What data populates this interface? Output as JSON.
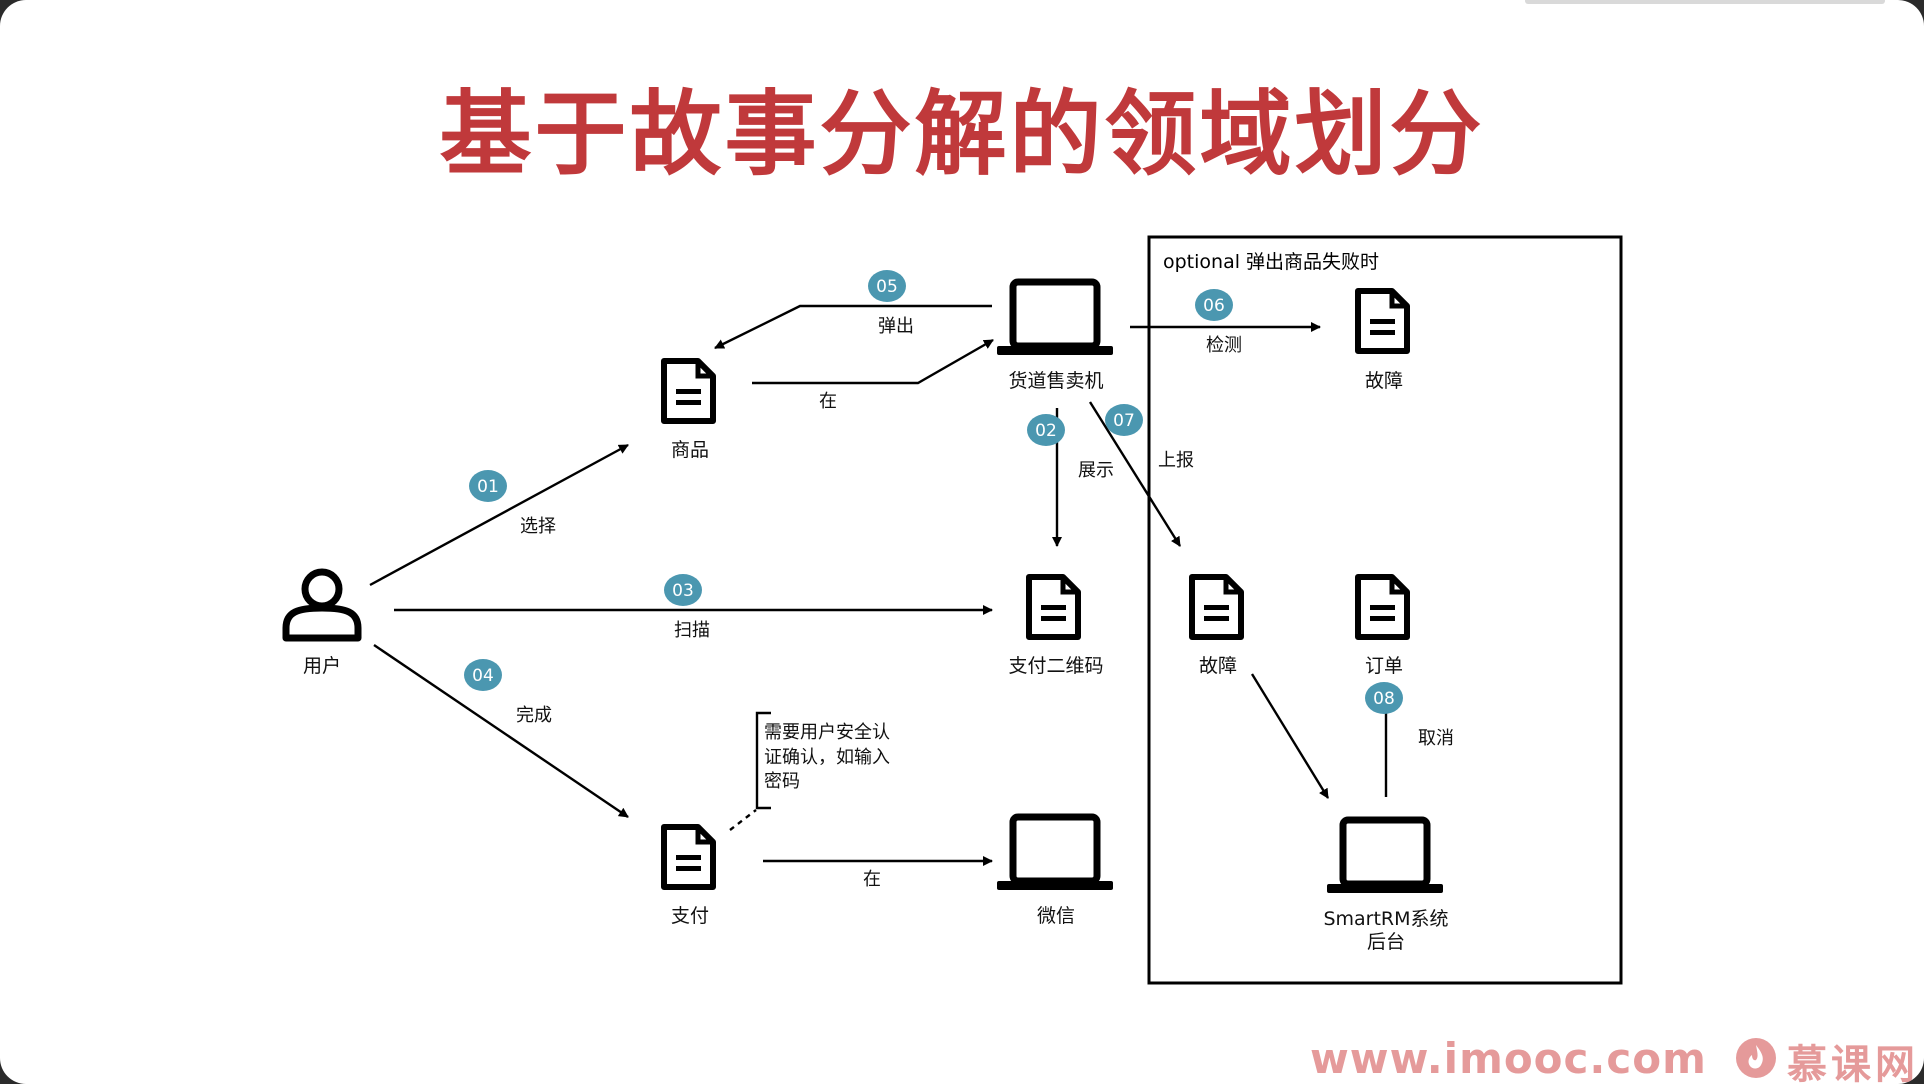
{
  "title": "基于故事分解的领域划分",
  "optional_box_label": "optional 弹出商品失败时",
  "nodes": {
    "user": "用户",
    "goods": "商品",
    "vending_machine": "货道售卖机",
    "fault_top": "故障",
    "qr_code": "支付二维码",
    "fault_inner": "故障",
    "order": "订单",
    "payment": "支付",
    "wechat": "微信",
    "smartrm_line1": "SmartRM系统",
    "smartrm_line2": "后台"
  },
  "steps": [
    {
      "num": "01",
      "label": "选择"
    },
    {
      "num": "02",
      "label": "展示"
    },
    {
      "num": "03",
      "label": "扫描"
    },
    {
      "num": "04",
      "label": "完成"
    },
    {
      "num": "05",
      "label": "弹出"
    },
    {
      "num": "06",
      "label": "检测"
    },
    {
      "num": "07",
      "label": "上报"
    },
    {
      "num": "08",
      "label": "取消"
    }
  ],
  "relations": {
    "goods_in_machine": "在",
    "payment_in_wechat": "在"
  },
  "note": {
    "line1": "需要用户安全认",
    "line2": "证确认，如输入",
    "line3": "密码"
  },
  "watermark": {
    "url": "www.imooc.com",
    "brand": "慕课网"
  },
  "colors": {
    "title": "#c0393b",
    "badge": "#4b97b0",
    "watermark": "#e59a9a"
  }
}
